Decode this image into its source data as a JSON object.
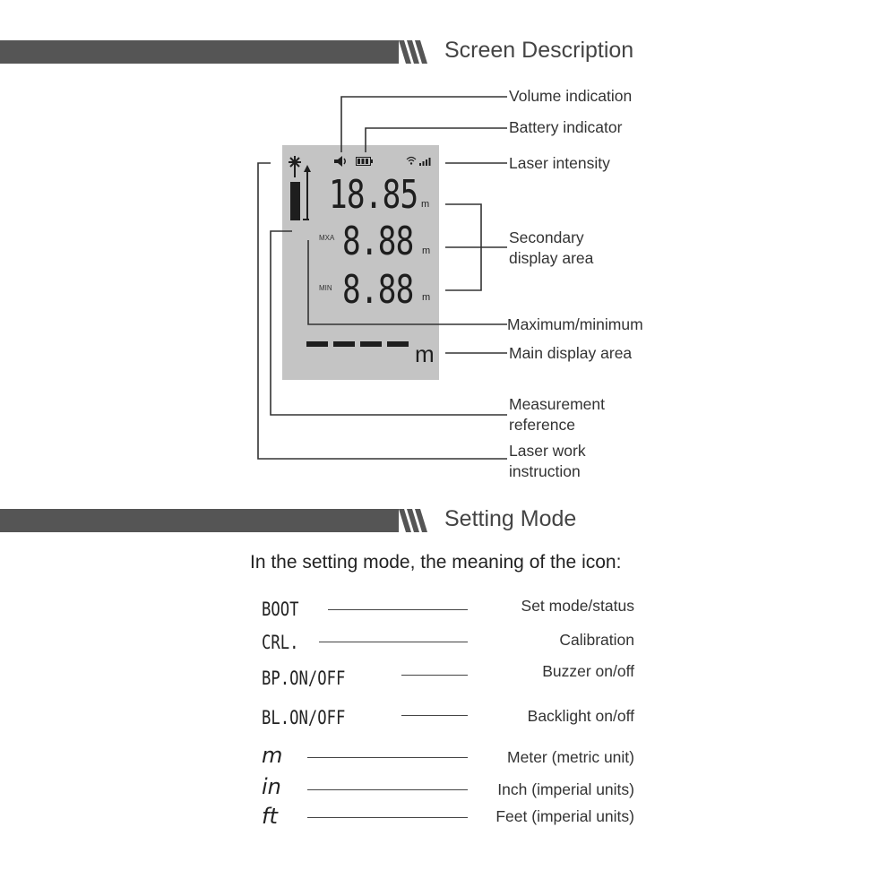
{
  "screen_section": {
    "title": "Screen Description",
    "lcd": {
      "reading_primary": "18.85",
      "reading_max": "8.88",
      "reading_min": "8.88",
      "label_max": "MXA",
      "label_min": "MIN",
      "unit_small": "m",
      "main_dashes": "----",
      "main_unit": "m"
    },
    "callouts": {
      "volume": "Volume indication",
      "battery": "Battery indicator",
      "laser_intensity": "Laser intensity",
      "secondary_line1": "Secondary",
      "secondary_line2": "display area",
      "maxmin": "Maximum/minimum",
      "main_display": "Main display area",
      "reference_line1": "Measurement",
      "reference_line2": "reference",
      "laser_work_line1": "Laser work",
      "laser_work_line2": "instruction"
    }
  },
  "setting_section": {
    "title": "Setting Mode",
    "intro": "In the setting mode, the meaning of the icon:",
    "items": [
      {
        "code": "BOOT",
        "meaning": "Set mode/status"
      },
      {
        "code": "CRL.",
        "meaning": "Calibration"
      },
      {
        "code": "BP.ON/OFF",
        "meaning": "Buzzer on/off"
      },
      {
        "code": "BL.ON/OFF",
        "meaning": "Backlight on/off"
      },
      {
        "code": "m",
        "meaning": "Meter (metric unit)"
      },
      {
        "code": "in",
        "meaning": "Inch (imperial units)"
      },
      {
        "code": "ft",
        "meaning": "Feet (imperial units)"
      }
    ]
  },
  "colors": {
    "header_bar": "#555555",
    "lcd_background": "#c4c4c4",
    "text": "#333333"
  }
}
